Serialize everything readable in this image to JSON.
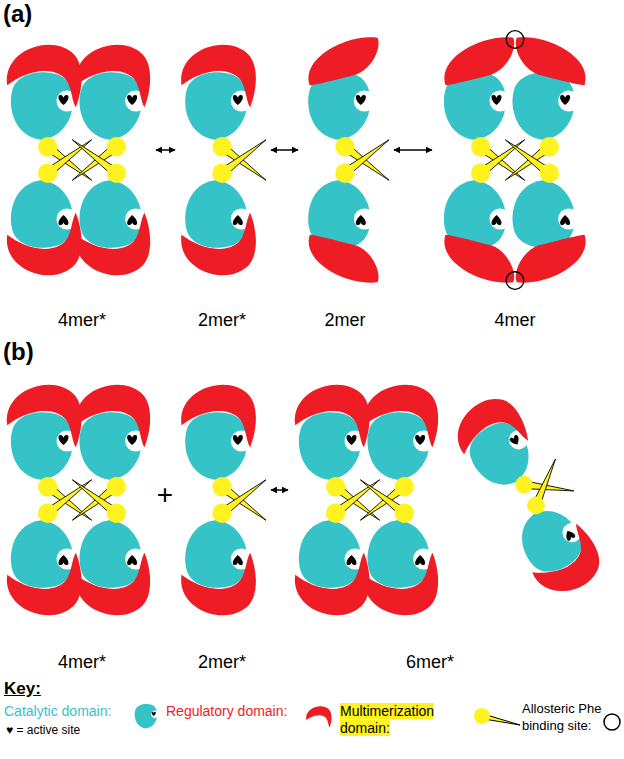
{
  "diagram": {
    "nodes": [
      {
        "text": [
          "4mer*"
        ]
      },
      {
        "text": [
          "2mer*"
        ]
      },
      {
        "text": [
          "2mer"
        ]
      },
      {
        "text": [
          "4mer"
        ]
      },
      {
        "text": [
          "4mer*"
        ]
      },
      {
        "text": [
          "2mer*"
        ]
      },
      {
        "text": [
          "6mer*"
        ]
      }
    ],
    "edges": [
      {
        "from": 0,
        "to": 1,
        "arrow": "both"
      },
      {
        "from": 1,
        "to": 2,
        "arrow": "both"
      },
      {
        "from": 2,
        "to": 3,
        "arrow": "both"
      },
      {
        "from": 5,
        "to": 6,
        "arrow": "both"
      }
    ],
    "labels": [
      "(a)",
      "(b)",
      "+",
      "Key:",
      "♥ = active site"
    ],
    "legend": [
      {
        "text": "Catalytic domain:",
        "color": "#35c3c8"
      },
      {
        "text": "Regulatory domain:",
        "color": "#ee1c24"
      },
      {
        "text": "Multimerization domain:",
        "color": "#fff21f"
      },
      {
        "text": "Allosteric Phe binding site:"
      }
    ]
  }
}
